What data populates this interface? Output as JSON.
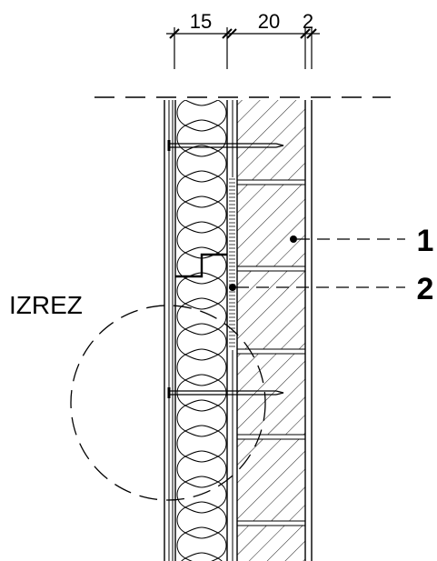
{
  "dimensions": {
    "insulation": "15",
    "masonry": "20",
    "plaster": "2"
  },
  "cut_label": "IZREZ",
  "callouts": [
    {
      "label": "1",
      "target": "masonry-wall"
    },
    {
      "label": "2",
      "target": "anchor-plate"
    }
  ],
  "colors": {
    "ink": "#000000",
    "background": "#ffffff"
  }
}
